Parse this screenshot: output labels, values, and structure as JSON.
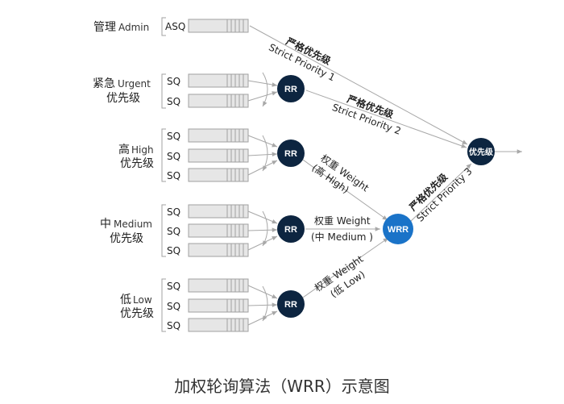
{
  "groups": [
    {
      "id": "admin",
      "name_cn": "管理",
      "name_en": "Admin",
      "name_cn2": "",
      "queue_label": "ASQ"
    },
    {
      "id": "urgent",
      "name_cn": "紧急",
      "name_en": "Urgent",
      "name_cn2": "优先级",
      "queue_label": "SQ"
    },
    {
      "id": "high",
      "name_cn": "高",
      "name_en": "High",
      "name_cn2": "优先级",
      "queue_label": "SQ"
    },
    {
      "id": "medium",
      "name_cn": "中",
      "name_en": "Medium",
      "name_cn2": "优先级",
      "queue_label": "SQ"
    },
    {
      "id": "low",
      "name_cn": "低",
      "name_en": "Low",
      "name_cn2": "优先级",
      "queue_label": "SQ"
    }
  ],
  "nodes": {
    "rr": "RR",
    "wrr": "WRR",
    "priority": "优先级"
  },
  "edges": {
    "strict1_cn": "严格优先级",
    "strict1_en": "Strict Priority 1",
    "strict2_cn": "严格优先级",
    "strict2_en": "Strict Priority 2",
    "strict3_cn": "严格优先级",
    "strict3_en": "Strict Priority 3",
    "w_high_1": "权重 Weight",
    "w_high_2": "(高 High)",
    "w_med_1": "权重 Weight",
    "w_med_2": "(中 Medium )",
    "w_low_1": "权重 Weight",
    "w_low_2": "(低 Low)"
  },
  "caption": "加权轮询算法（WRR）示意图",
  "colors": {
    "rr_node": "#0d2540",
    "wrr_node": "#1a73c8",
    "queue_fill": "#e6e6e6",
    "queue_stroke": "#a0a0a0",
    "line": "#a8a8a8"
  }
}
